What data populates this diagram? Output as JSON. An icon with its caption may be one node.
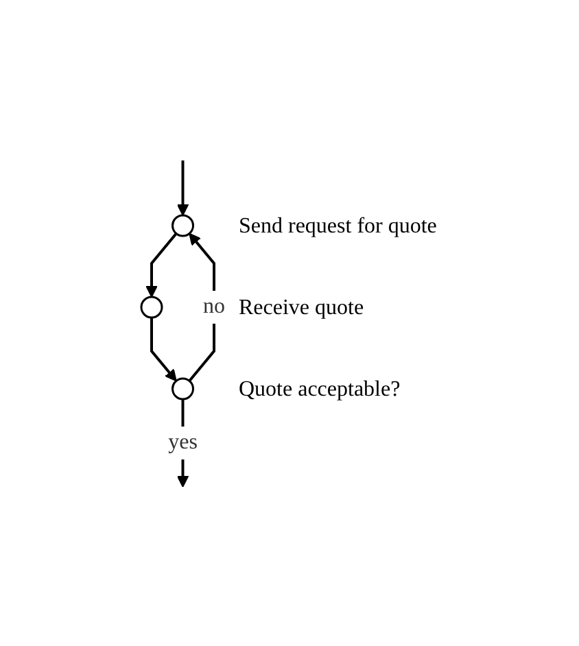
{
  "diagram": {
    "nodes": [
      {
        "text": [],
        "shape": "circle",
        "beside": [
          "Send request for quote"
        ]
      },
      {
        "text": [],
        "shape": "circle",
        "beside": [
          "Receive quote"
        ]
      },
      {
        "text": [],
        "shape": "circle",
        "beside": [
          "Quote acceptable?"
        ]
      }
    ],
    "edges": [
      {
        "from": null,
        "to": 0,
        "arrow": "to"
      },
      {
        "from": 0,
        "to": 1,
        "arrow": "to"
      },
      {
        "from": 1,
        "to": 2,
        "arrow": "to"
      },
      {
        "from": 2,
        "to": 0,
        "arrow": "to",
        "label": "no"
      },
      {
        "from": 2,
        "to": null,
        "arrow": "to",
        "label": "yes"
      }
    ]
  }
}
